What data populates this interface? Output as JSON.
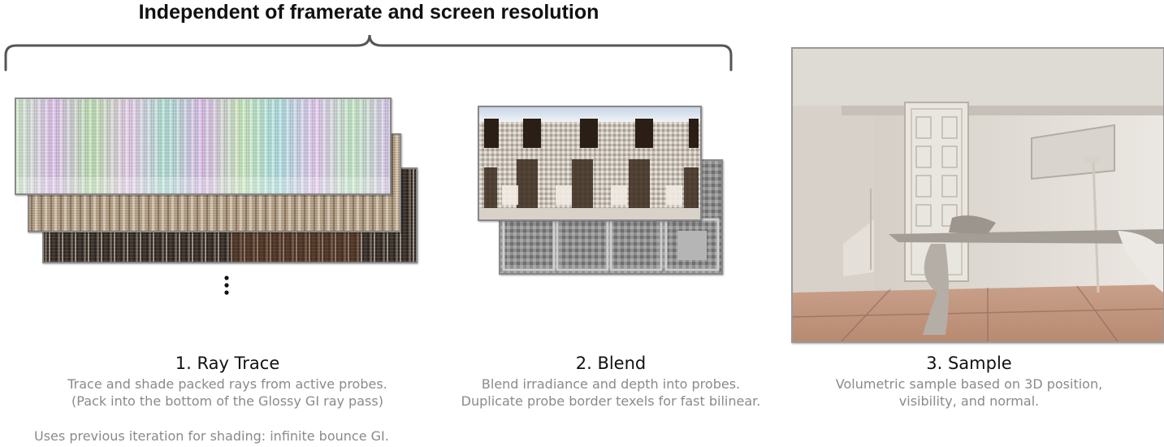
{
  "heading": "Independent of framerate and screen resolution",
  "steps": [
    {
      "title": "1. Ray Trace",
      "desc_lines": [
        "Trace and shade packed rays from active probes.",
        "(Pack into the bottom of the Glossy GI ray pass)"
      ]
    },
    {
      "title": "2. Blend",
      "desc_lines": [
        "Blend irradiance and depth into probes.",
        "Duplicate probe border texels for fast bilinear."
      ]
    },
    {
      "title": "3. Sample",
      "desc_lines": [
        "Volumetric sample based on 3D position,",
        "visibility, and normal."
      ]
    }
  ],
  "note": "Uses previous iteration for shading: infinite bounce GI.",
  "icons": {
    "ellipsis": "vertical-ellipsis-icon"
  },
  "colors": {
    "text_dark": "#111111",
    "text_gray": "#8a8a8a",
    "brace": "#555555"
  }
}
